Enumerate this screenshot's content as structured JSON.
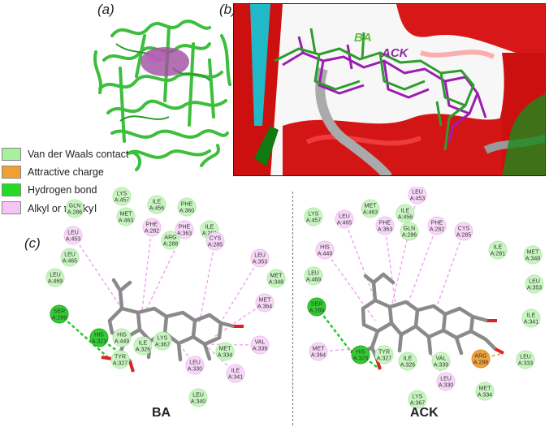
{
  "panels": {
    "a": "(a)",
    "b": "(b)",
    "c": "(c)"
  },
  "overlay_labels": {
    "ba": "BA",
    "ack": "ACK"
  },
  "legend": [
    {
      "label": "Van der Waals contact",
      "color": "#a8f0a0"
    },
    {
      "label": "Attractive charge",
      "color": "#f0a030"
    },
    {
      "label": "Hydrogen bond",
      "color": "#22dd22"
    },
    {
      "label": "Alkyl or ",
      "suffix": "π-alkyl",
      "color": "#f5c6f5"
    }
  ],
  "captions": {
    "left": "BA",
    "right": "ACK"
  },
  "colors": {
    "vdw": "#c8f5c0",
    "hbond": "#33cc33",
    "alkyl": "#f8d8f8",
    "charge": "#f0a540",
    "ribbon": "#dd1111",
    "protein": "#44cc44"
  },
  "ba_residues": [
    {
      "res": "LYS",
      "num": "A:457",
      "type": "vdw"
    },
    {
      "res": "ILE",
      "num": "A:456",
      "type": "vdw"
    },
    {
      "res": "PHE",
      "num": "A:360",
      "type": "vdw"
    },
    {
      "res": "GLN",
      "num": "A:286",
      "type": "vdw"
    },
    {
      "res": "MET",
      "num": "A:463",
      "type": "vdw"
    },
    {
      "res": "PHE",
      "num": "A:282",
      "type": "alkyl"
    },
    {
      "res": "PHE",
      "num": "A:363",
      "type": "alkyl"
    },
    {
      "res": "ILE",
      "num": "A:281",
      "type": "vdw"
    },
    {
      "res": "ARG",
      "num": "A:288",
      "type": "vdw"
    },
    {
      "res": "CYS",
      "num": "A:285",
      "type": "alkyl"
    },
    {
      "res": "LEU",
      "num": "A:453",
      "type": "alkyl"
    },
    {
      "res": "LEU",
      "num": "A:465",
      "type": "vdw"
    },
    {
      "res": "LEU",
      "num": "A:469",
      "type": "vdw"
    },
    {
      "res": "LEU",
      "num": "A:353",
      "type": "alkyl"
    },
    {
      "res": "MET",
      "num": "A:348",
      "type": "vdw"
    },
    {
      "res": "MET",
      "num": "A:364",
      "type": "alkyl"
    },
    {
      "res": "SER",
      "num": "A:289",
      "type": "hbond"
    },
    {
      "res": "HIS",
      "num": "A:323",
      "type": "hbond"
    },
    {
      "res": "HIS",
      "num": "A:449",
      "type": "vdw"
    },
    {
      "res": "LYS",
      "num": "A:367",
      "type": "vdw"
    },
    {
      "res": "ILE",
      "num": "A:326",
      "type": "vdw"
    },
    {
      "res": "TYR",
      "num": "A:327",
      "type": "vdw"
    },
    {
      "res": "MET",
      "num": "A:334",
      "type": "vdw"
    },
    {
      "res": "VAL",
      "num": "A:339",
      "type": "alkyl"
    },
    {
      "res": "LEU",
      "num": "A:330",
      "type": "alkyl"
    },
    {
      "res": "ILE",
      "num": "A:341",
      "type": "alkyl"
    },
    {
      "res": "LEU",
      "num": "A:340",
      "type": "vdw"
    }
  ],
  "ack_residues": [
    {
      "res": "LEU",
      "num": "A:453",
      "type": "alkyl"
    },
    {
      "res": "MET",
      "num": "A:463",
      "type": "vdw"
    },
    {
      "res": "ILE",
      "num": "A:456",
      "type": "vdw"
    },
    {
      "res": "LYS",
      "num": "A:457",
      "type": "vdw"
    },
    {
      "res": "LEU",
      "num": "A:465",
      "type": "alkyl"
    },
    {
      "res": "PHE",
      "num": "A:363",
      "type": "alkyl"
    },
    {
      "res": "PHE",
      "num": "A:282",
      "type": "alkyl"
    },
    {
      "res": "GLN",
      "num": "A:286",
      "type": "vdw"
    },
    {
      "res": "CYS",
      "num": "A:285",
      "type": "alkyl"
    },
    {
      "res": "HIS",
      "num": "A:449",
      "type": "alkyl"
    },
    {
      "res": "ILE",
      "num": "A:281",
      "type": "vdw"
    },
    {
      "res": "MET",
      "num": "A:348",
      "type": "vdw"
    },
    {
      "res": "LEU",
      "num": "A:469",
      "type": "vdw"
    },
    {
      "res": "LEU",
      "num": "A:353",
      "type": "vdw"
    },
    {
      "res": "SER",
      "num": "A:289",
      "type": "hbond"
    },
    {
      "res": "ILE",
      "num": "A:341",
      "type": "vdw"
    },
    {
      "res": "MET",
      "num": "A:364",
      "type": "alkyl"
    },
    {
      "res": "HIS",
      "num": "A:323",
      "type": "hbond"
    },
    {
      "res": "TYR",
      "num": "A:327",
      "type": "vdw"
    },
    {
      "res": "ILE",
      "num": "A:326",
      "type": "vdw"
    },
    {
      "res": "VAL",
      "num": "A:339",
      "type": "vdw"
    },
    {
      "res": "ARG",
      "num": "A:288",
      "type": "charge"
    },
    {
      "res": "LEU",
      "num": "A:333",
      "type": "vdw"
    },
    {
      "res": "LEU",
      "num": "A:330",
      "type": "alkyl"
    },
    {
      "res": "MET",
      "num": "A:334",
      "type": "vdw"
    },
    {
      "res": "LYS",
      "num": "A:367",
      "type": "vdw"
    }
  ]
}
